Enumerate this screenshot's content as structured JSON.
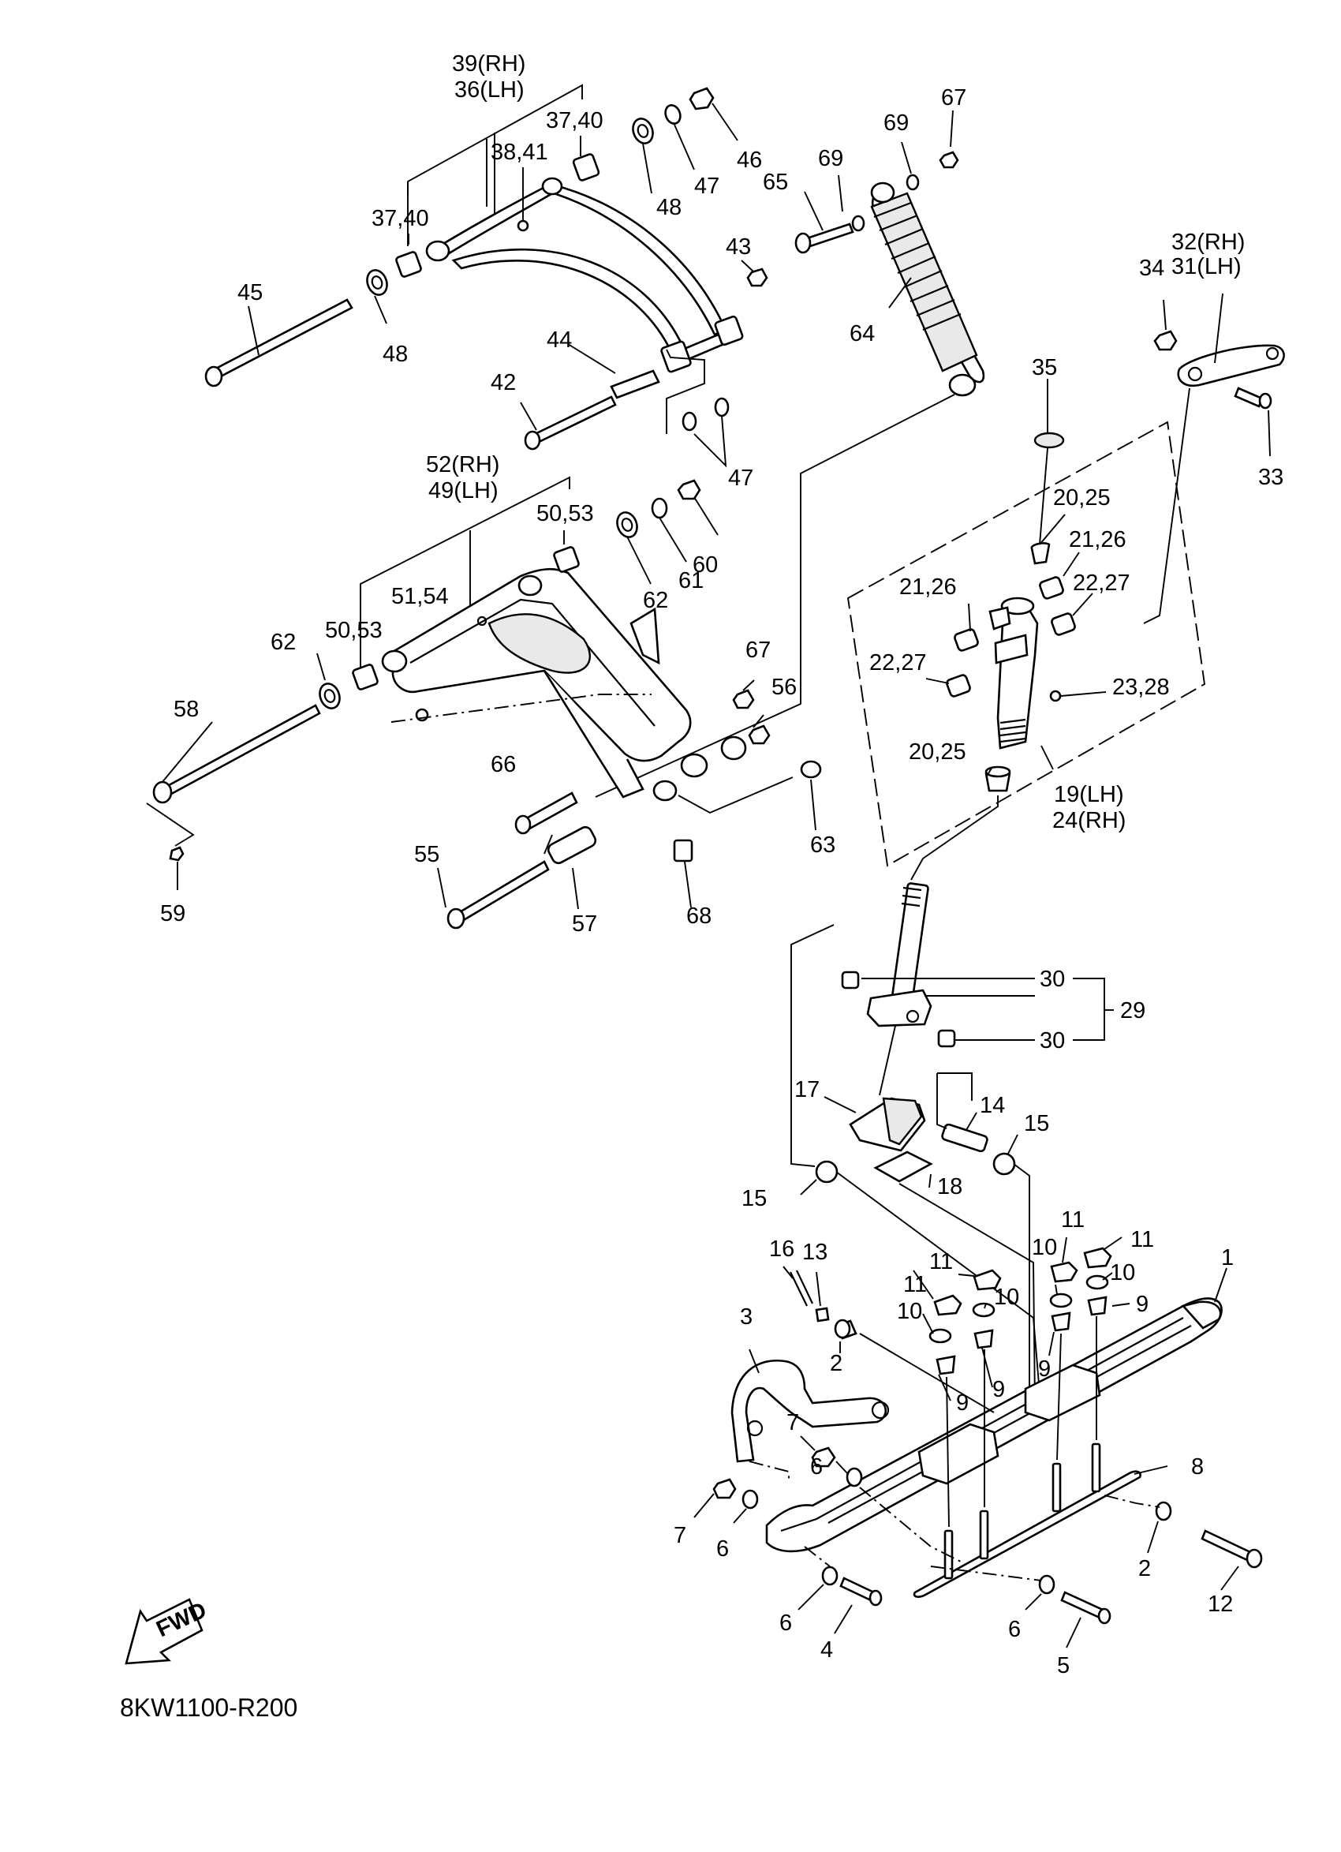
{
  "drawing_code": "8KW1100-R200",
  "fwd_label": "FWD",
  "callouts": {
    "c1": "1",
    "c2a": "2",
    "c2b": "2",
    "c3": "3",
    "c4": "4",
    "c5": "5",
    "c6a": "6",
    "c6b": "6",
    "c6c": "6",
    "c6d": "6",
    "c7a": "7",
    "c7b": "7",
    "c8": "8",
    "c9a": "9",
    "c9b": "9",
    "c9c": "9",
    "c9d": "9",
    "c10a": "10",
    "c10b": "10",
    "c10c": "10",
    "c10d": "10",
    "c11a": "11",
    "c11b": "11",
    "c11c": "11",
    "c11d": "11",
    "c12": "12",
    "c13": "13",
    "c14": "14",
    "c15a": "15",
    "c15b": "15",
    "c16": "16",
    "c17": "17",
    "c18": "18",
    "c19": "19(LH)",
    "c24": "24(RH)",
    "c20a": "20,25",
    "c20b": "20,25",
    "c21a": "21,26",
    "c21b": "21,26",
    "c22a": "22,27",
    "c22b": "22,27",
    "c23": "23,28",
    "c29": "29",
    "c30a": "30",
    "c30b": "30",
    "c31": "31(LH)",
    "c32": "32(RH)",
    "c33": "33",
    "c34": "34",
    "c35": "35",
    "c36": "36(LH)",
    "c39": "39(RH)",
    "c37a": "37,40",
    "c37b": "37,40",
    "c38": "38,41",
    "c42": "42",
    "c43": "43",
    "c44": "44",
    "c45": "45",
    "c46": "46",
    "c47a": "47",
    "c47b": "47",
    "c48a": "48",
    "c48b": "48",
    "c49": "49(LH)",
    "c52": "52(RH)",
    "c50a": "50,53",
    "c50b": "50,53",
    "c51": "51,54",
    "c55": "55",
    "c56": "56",
    "c57": "57",
    "c58": "58",
    "c59": "59",
    "c60": "60",
    "c61": "61",
    "c62a": "62",
    "c62b": "62",
    "c63": "63",
    "c64": "64",
    "c65": "65",
    "c66": "66",
    "c67a": "67",
    "c67b": "67",
    "c68": "68",
    "c69a": "69",
    "c69b": "69"
  }
}
